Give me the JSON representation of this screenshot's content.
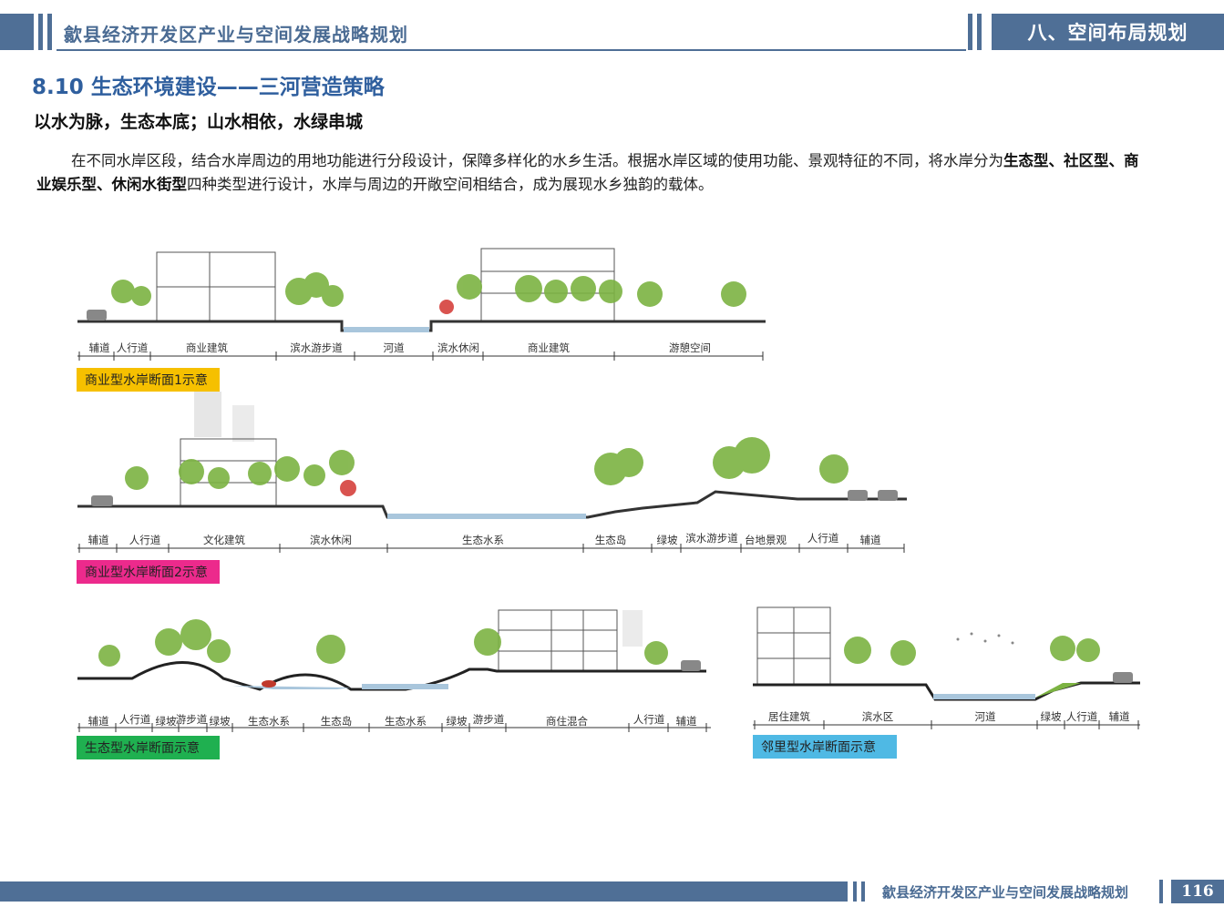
{
  "header": {
    "doc_title": "歙县经济开发区产业与空间发展战略规划",
    "section_label": "八、空间布局规划"
  },
  "page_title": "8.10 生态环境建设——三河营造策略",
  "subtitle": "以水为脉，生态本底；山水相依，水绿串城",
  "paragraph": {
    "part1": "在不同水岸区段，结合水岸周边的用地功能进行分段设计，保障多样化的水乡生活。根据水岸区域的使用功能、景观特征的不同，将水岸分为",
    "bold": "生态型、社区型、商业娱乐型、休闲水街型",
    "part2": "四种类型进行设计，水岸与周边的开敞空间相结合，成为展现水乡独韵的载体。"
  },
  "sections": [
    {
      "caption": "商业型水岸断面1示意",
      "caption_color": "#f6c000",
      "labels": [
        "辅道",
        "人行道",
        "商业建筑",
        "滨水游步道",
        "河道",
        "滨水休闲",
        "商业建筑",
        "游憩空间"
      ]
    },
    {
      "caption": "商业型水岸断面2示意",
      "caption_color": "#ec2a8c",
      "labels": [
        "辅道",
        "人行道",
        "文化建筑",
        "滨水休闲",
        "生态水系",
        "生态岛",
        "绿坡",
        "滨水游步道",
        "台地景观",
        "人行道",
        "辅道"
      ]
    },
    {
      "caption": "生态型水岸断面示意",
      "caption_color": "#1fb050",
      "labels": [
        "辅道",
        "人行道",
        "绿坡",
        "游步道",
        "绿坡",
        "生态水系",
        "生态岛",
        "生态水系",
        "绿坡",
        "游步道",
        "商住混合",
        "人行道",
        "辅道"
      ]
    },
    {
      "caption": "邻里型水岸断面示意",
      "caption_color": "#4fb9e4",
      "labels": [
        "居住建筑",
        "滨水区",
        "河道",
        "绿坡",
        "人行道",
        "辅道"
      ]
    }
  ],
  "footer": {
    "doc_title": "歙县经济开发区产业与空间发展战略规划",
    "page_number": "116"
  }
}
